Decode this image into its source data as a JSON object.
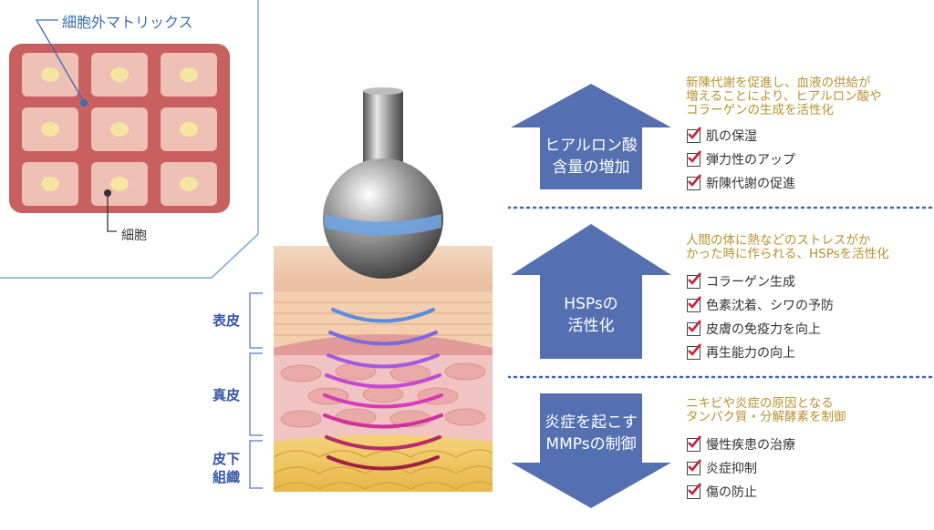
{
  "inset": {
    "matrix_label": "細胞外マトリックス",
    "cell_label": "細胞"
  },
  "layers": {
    "epidermis": "表皮",
    "dermis": "真皮",
    "subcutis_line1": "皮下",
    "subcutis_line2": "組織"
  },
  "sections": [
    {
      "arrow_line1": "ヒアルロン酸",
      "arrow_line2": "含量の増加",
      "desc_line1": "新陳代謝を促進し、血液の供給が",
      "desc_line2": "増えることにより、ヒアルロン酸や",
      "desc_line3": "コラーゲンの生成を活性化",
      "items": [
        "肌の保湿",
        "弾力性のアップ",
        "新陳代謝の促進"
      ]
    },
    {
      "arrow_line1": "HSPsの",
      "arrow_line2": "活性化",
      "desc_line1": "人間の体に熱などのストレスがか",
      "desc_line2": "かった時に作られる、HSPsを活性化",
      "items": [
        "コラーゲン生成",
        "色素沈着、シワの予防",
        "皮膚の免疫力を向上",
        "再生能力の向上"
      ]
    },
    {
      "arrow_line1": "炎症を起こす",
      "arrow_line2": "MMPsの制御",
      "desc_line1": "ニキビや炎症の原因となる",
      "desc_line2": "タンパク質・分解酵素を制御",
      "items": [
        "慢性疾患の治療",
        "炎症抑制",
        "傷の防止"
      ]
    }
  ],
  "colors": {
    "arrow_blue": "#5570b0",
    "desc_gold": "#b8922e",
    "check_red": "#c8203c",
    "dotted_blue": "#3f63b5",
    "label_blue": "#3557a8"
  }
}
